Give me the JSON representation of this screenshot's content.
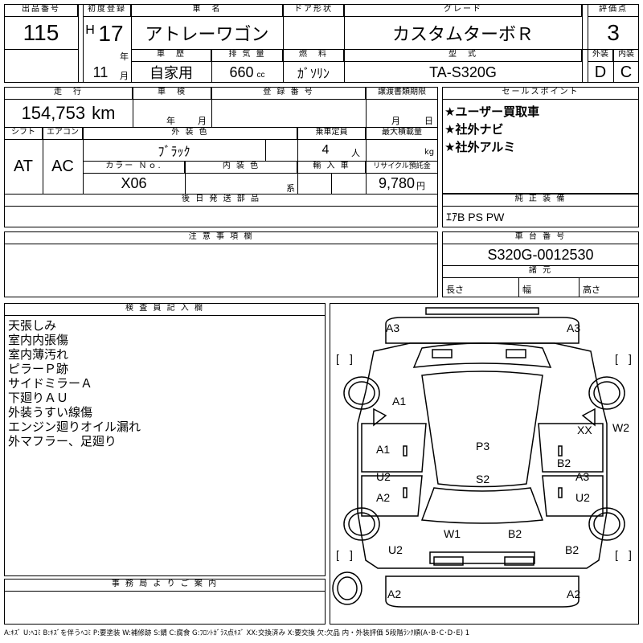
{
  "header": {
    "lot_label": "出品番号",
    "lot_value": "115",
    "first_reg_label": "初度登録",
    "era_letter": "H",
    "year_num": "17",
    "year_unit": "年",
    "month_num": "11",
    "month_unit": "月",
    "car_name_label": "車　名",
    "car_name": "アトレーワゴン",
    "door_label": "ドア形状",
    "door_value": "",
    "grade_label": "グレード",
    "grade_value": "カスタムターボＲ",
    "score_label": "評価点",
    "score_value": "3",
    "history_label": "車　歴",
    "history_value": "自家用",
    "displacement_label": "排 気 量",
    "displacement_value": "660",
    "displacement_unit": "cc",
    "fuel_label": "燃　料",
    "fuel_value": "ｶﾞｿﾘﾝ",
    "model_label": "型　式",
    "model_value": "TA-S320G",
    "exterior_label": "外装",
    "exterior_value": "D",
    "interior_label": "内装",
    "interior_value": "C"
  },
  "row2": {
    "mileage_label": "走　行",
    "mileage_value": "154,753",
    "mileage_unit": "km",
    "inspection_label": "車　検",
    "inspection_year_unit": "年",
    "inspection_month_unit": "月",
    "reg_no_label": "登 録 番 号",
    "reg_no_value": "",
    "transfer_label": "譲渡書類期限",
    "transfer_month_unit": "月",
    "transfer_day_unit": "日",
    "shift_label": "シフト",
    "shift_value": "AT",
    "ac_label": "エアコン",
    "ac_value": "AC",
    "ext_color_label": "外 装 色",
    "ext_color_value": "ﾌﾞﾗｯｸ",
    "capacity_label": "乗車定員",
    "capacity_value": "4",
    "capacity_unit": "人",
    "load_label": "最大積載量",
    "load_unit": "kg",
    "color_no_label": "カラー Ｎｏ.",
    "color_no_value": "X06",
    "int_color_label": "内 装 色",
    "int_color_unit": "系",
    "import_label": "輸 入 車",
    "recycle_label": "リサイクル預託金",
    "recycle_value": "9,780",
    "recycle_unit": "円",
    "later_parts_label": "後 日 発 送 部 品"
  },
  "sales": {
    "label": "セールスポイント",
    "points": [
      "★ユーザー買取車",
      "★社外ナビ",
      "★社外アルミ"
    ]
  },
  "genuine": {
    "label": "純 正 装 備",
    "value": "ｴｱB PS PW"
  },
  "notes": {
    "label": "注 意 事 項 欄"
  },
  "chassis": {
    "label": "車 台 番 号",
    "value": "S320G-0012530",
    "dims_label": "諸 元",
    "length_label": "長さ",
    "width_label": "幅",
    "height_label": "高さ"
  },
  "inspector": {
    "label": "検 査 員 記 入 欄",
    "items": [
      "天張しみ",
      "室内内張傷",
      "室内薄汚れ",
      "ピラーＰ跡",
      "サイドミラーＡ",
      "下廻りＡＵ",
      "外装うすい線傷",
      "エンジン廻りオイル漏れ",
      "外マフラー、足廻り"
    ]
  },
  "office": {
    "label": "事 務 局 よ り ご 案 内"
  },
  "diagram": {
    "marks": [
      "A3",
      "A3",
      "A1",
      "A1",
      "U2",
      "A2",
      "P3",
      "S2",
      "XX",
      "W2",
      "B2",
      "A3",
      "U2",
      "W1",
      "B2",
      "U2",
      "B2",
      "A2",
      "A2"
    ],
    "bracket_left": "[　　]",
    "bracket_right": "[　　]"
  },
  "legend": "A:ｷｽﾞ U:ﾍｺﾐ B:ｷｽﾞを伴うﾍｺﾐ P:要塗装 W:補修跡 S:錆 C:腐食 G:ﾌﾛﾝﾄｶﾞﾗｽ点ｷｽﾞ XX:交換済み X:要交換 欠:欠品 内・外装評価 5段階ﾗﾝｸ順(A･B･C･D･E) 1"
}
